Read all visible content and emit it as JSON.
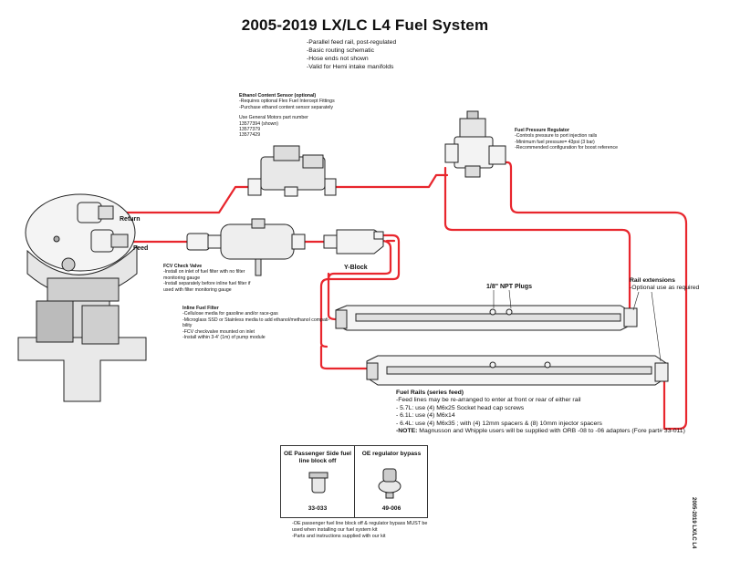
{
  "title": "2005-2019 LX/LC L4 Fuel System",
  "header_notes": [
    "-Parallel feed rail, post-regulated",
    "-Basic routing schematic",
    "-Hose ends not shown",
    "-Valid for Hemi intake manifolds"
  ],
  "ethanol_sensor": {
    "title": "Ethanol Content Sensor (optional)",
    "lines": [
      "-Requires optional Flex Fuel Intercept Fittings",
      "-Purchase ethanol content sensor separately"
    ],
    "part_header": "Use General Motors part number",
    "parts": [
      "13577394 (shown)",
      "13577379",
      "13577429"
    ]
  },
  "regulator": {
    "title": "Fuel Pressure Regulator",
    "lines": [
      "-Controls pressure to port injection rails",
      "-Minimum fuel pressure= 43psi (3 bar)",
      "-Recommended configuration for boost reference"
    ]
  },
  "labels": {
    "return": "Return",
    "feed": "Feed",
    "yblock": "Y-Block",
    "npt": "1/8\" NPT Plugs"
  },
  "fcv": {
    "title": "FCV Check Valve",
    "lines": [
      "-Install on inlet of fuel filter with no filter",
      "monitoring gauge",
      "-Install separately before inline fuel filter if",
      "used with filter monitoring gauge"
    ]
  },
  "inline_filter": {
    "title": "Inline Fuel Filter",
    "lines": [
      "-Cellulose media for gasoline and/or race-gas",
      "-Microglass SSD or Stainless media to add ethanol/methanol compati-",
      "bility",
      "-FCV checkvalve mounted on inlet",
      "-Install within 3-4' (1m) of pump module"
    ]
  },
  "rail_ext": {
    "title": "Rail extensions",
    "line": "-Optional use as required"
  },
  "fuel_rails": {
    "title": "Fuel Rails (series feed)",
    "lines": [
      "-Feed lines may be re-arranged to enter at front or rear of either rail",
      "- 5.7L: use (4) M6x25 Socket head cap screws",
      "- 6.1L: use (4) M6x14",
      "- 6.4L: use (4) M6x35 ; with (4) 12mm spacers & (8) 10mm injector spacers"
    ],
    "note_label": "-NOTE:",
    "note_text": " Magnusson and Whipple users will be supplied with ORB -08 to -06 adapters (Fore part# 33-011)"
  },
  "inset": {
    "left_head": "OE Passenger Side fuel line block off",
    "left_part": "33-033",
    "right_head": "OE regulator bypass",
    "right_part": "49-006"
  },
  "footer": [
    "-OE passenger fuel line block off & regulator bypass MUST be",
    "used when installing our fuel system kit",
    "-Parts and instructions supplied with our kit"
  ],
  "side_text": "2005-2019 LX/LC L4",
  "colors": {
    "line": "#e8262d",
    "outline": "#222222"
  }
}
